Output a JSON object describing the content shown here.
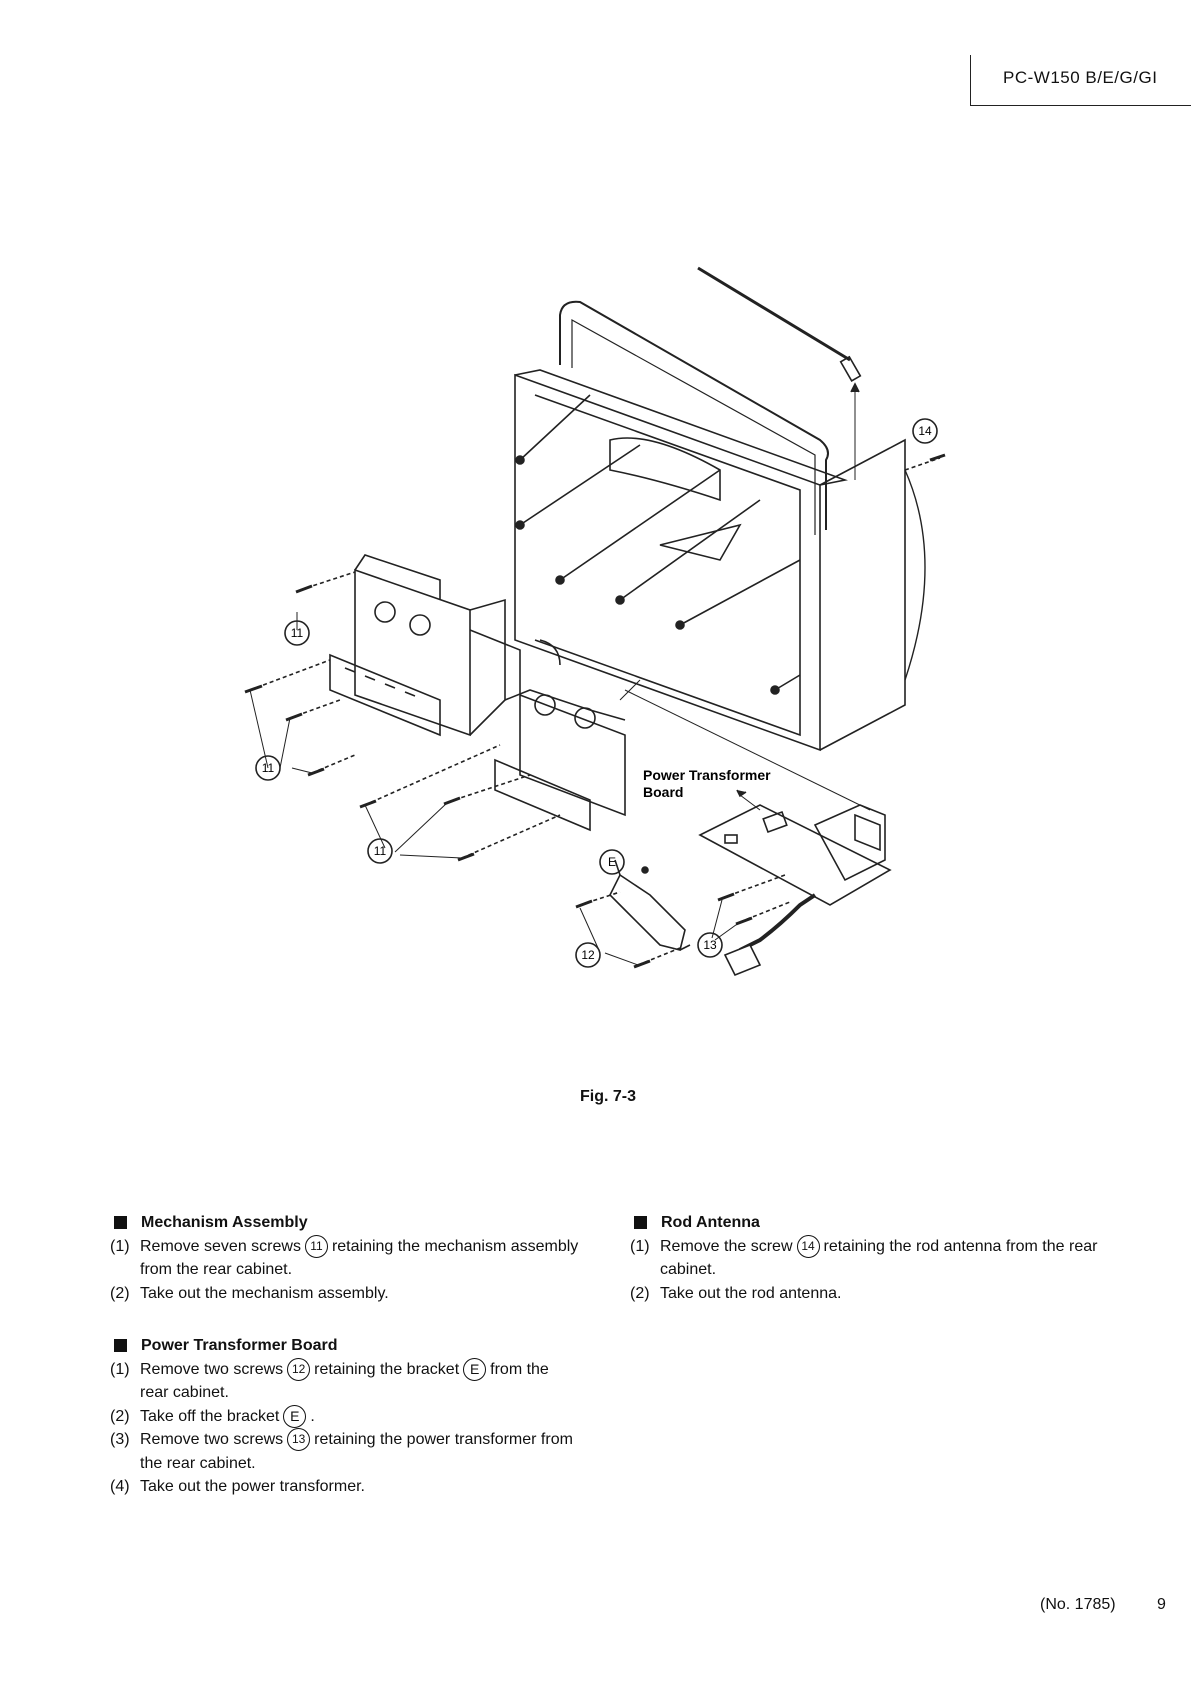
{
  "header": {
    "model": "PC-W150 B/E/G/GI"
  },
  "figure": {
    "caption": "Fig. 7-3",
    "labels": {
      "board": [
        "Power Transformer",
        "Board"
      ],
      "c11": "11",
      "c12": "12",
      "c13": "13",
      "c14": "14",
      "cE": "E"
    }
  },
  "sections": {
    "mechanism": {
      "title": "Mechanism Assembly",
      "steps": [
        {
          "num": "(1)",
          "parts": [
            "Remove seven screws",
            "11",
            "retaining the mechanism assembly from the rear cabinet."
          ]
        },
        {
          "num": "(2)",
          "text": "Take out the mechanism assembly."
        }
      ]
    },
    "power": {
      "title": "Power Transformer Board",
      "steps": [
        {
          "num": "(1)",
          "parts": [
            "Remove two screws",
            "12",
            "retaining the bracket",
            "E",
            "from the rear cabinet."
          ]
        },
        {
          "num": "(2)",
          "parts": [
            "Take off the bracket",
            "E",
            "."
          ]
        },
        {
          "num": "(3)",
          "parts": [
            "Remove two screws",
            "13",
            "retaining the power transformer from the rear cabinet."
          ]
        },
        {
          "num": "(4)",
          "text": "Take out the power transformer."
        }
      ]
    },
    "antenna": {
      "title": "Rod Antenna",
      "steps": [
        {
          "num": "(1)",
          "parts": [
            "Remove the screw",
            "14",
            "retaining the rod antenna from the rear cabinet."
          ]
        },
        {
          "num": "(2)",
          "text": "Take out the rod antenna."
        }
      ]
    }
  },
  "footer": {
    "doc_no": "(No. 1785)",
    "page": "9"
  }
}
